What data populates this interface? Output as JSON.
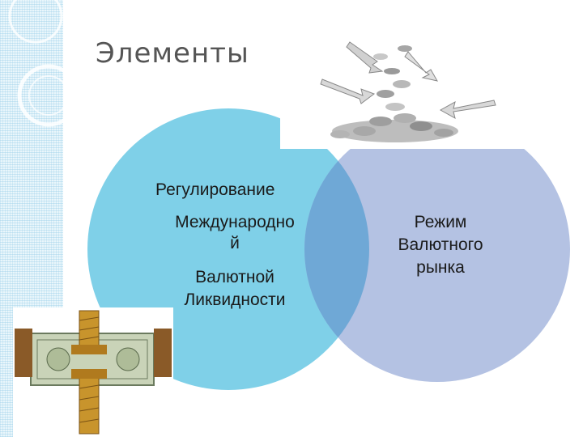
{
  "slide": {
    "title": "Элементы"
  },
  "diagram": {
    "left_circle": {
      "line1": "Регулирование",
      "line2": "Международно",
      "line3": "й",
      "line4": "Валютной",
      "line5": "Ликвидности",
      "color": "#7fd0e8"
    },
    "right_circle": {
      "line1": "Режим",
      "line2": "Валютного",
      "line3": "рынка",
      "color": "#b4c2e3"
    },
    "overlap_color": "#6fa8d6"
  },
  "images": {
    "coins_arrows": "coins-with-arrows-illustration",
    "money_press": "dollar-bill-clamp-illustration"
  }
}
